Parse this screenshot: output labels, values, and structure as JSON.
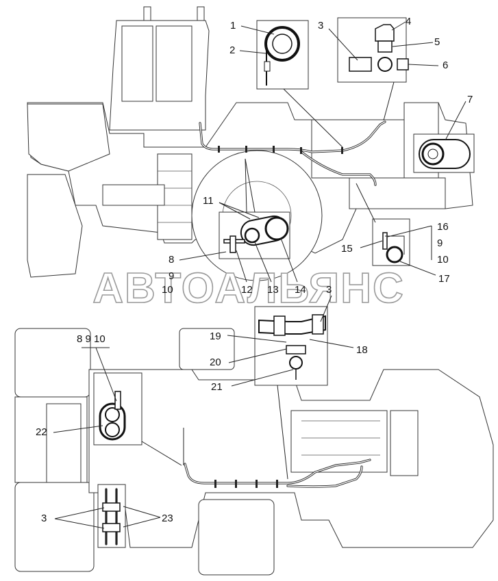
{
  "watermark": "АВТОАЛЬЯНС",
  "callouts": {
    "c1": "1",
    "c2": "2",
    "c3a": "3",
    "c4": "4",
    "c5": "5",
    "c6": "6",
    "c7": "7",
    "c8a": "8",
    "c9a": "9",
    "c10a": "10",
    "c11": "11",
    "c12": "12",
    "c13": "13",
    "c14": "14",
    "c15": "15",
    "c16": "16",
    "c9b": "9",
    "c10b": "10",
    "c17": "17",
    "c3b": "3",
    "c19": "19",
    "c18": "18",
    "c20": "20",
    "c21": "21",
    "c8b9b10b": "8 9 10",
    "c22": "22",
    "c3c": "3",
    "c23": "23"
  }
}
